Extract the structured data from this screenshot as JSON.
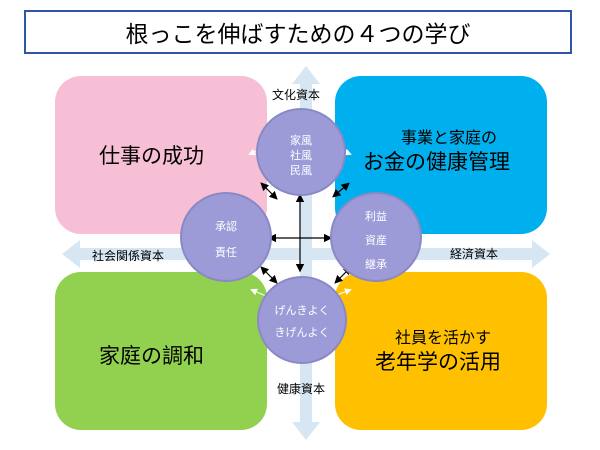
{
  "title": "根っこを伸ばすための４つの学び",
  "quadrants": {
    "top_left": {
      "main": "仕事の成功"
    },
    "top_right": {
      "sub": "事業と家庭の",
      "main": "お金の健康管理"
    },
    "bottom_left": {
      "main": "家庭の調和"
    },
    "bottom_right": {
      "sub": "社員を活かす",
      "main": "老年学の活用"
    }
  },
  "axes": {
    "top": "文化資本",
    "left": "社会関係資本",
    "right": "経済資本",
    "bottom": "健康資本"
  },
  "circles": {
    "top": [
      "家風",
      "社風",
      "民風"
    ],
    "left": [
      "承認",
      "責任"
    ],
    "right": [
      "利益",
      "資産",
      "継承"
    ],
    "bottom": [
      "げんきよく",
      "きげんよく"
    ]
  },
  "colors": {
    "title_border": "#2f55a8",
    "pink": "#f6bfd6",
    "blue": "#00b0ee",
    "green": "#92d050",
    "orange": "#ffc000",
    "circle": "#9c9bd8",
    "axis_arrow": "#d6e6f2"
  }
}
